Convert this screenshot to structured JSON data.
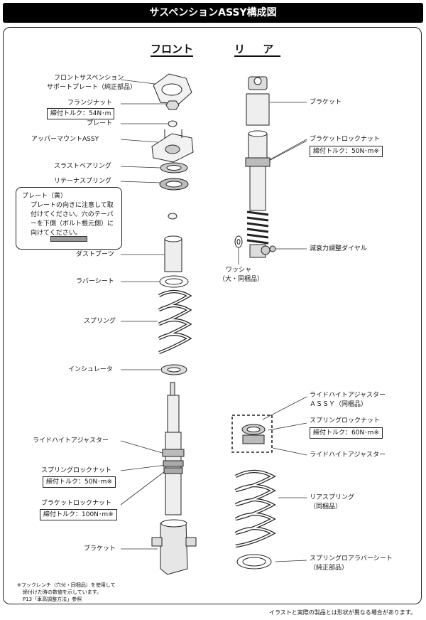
{
  "title": "サスペンションASSY構成図",
  "headers": {
    "front": "フロント",
    "rear": "リ ア"
  },
  "front": {
    "support_plate_1": "フロントサスペンション",
    "support_plate_2": "サポートプレート（純正部品）",
    "flange_nut": "フランジナット",
    "flange_nut_torque": "締付トルク：54N･m",
    "plate": "プレート",
    "upper_mount": "アッパーマウントASSY",
    "thrust_bearing": "スラストベアリング",
    "retainer_spring": "リテーナスプリング",
    "dust_boot": "ダストブーツ",
    "rubber_seat": "ラバーシート",
    "spring": "スプリング",
    "insulator": "インシュレータ",
    "ride_height_adjuster": "ライドハイトアジャスター",
    "spring_lock_nut": "スプリングロックナット",
    "spring_lock_nut_torque": "締付トルク：50N･m※",
    "bracket_lock_nut": "ブラケットロックナット",
    "bracket_lock_nut_torque": "締付トルク：100N･m※",
    "bracket": "ブラケット"
  },
  "note": {
    "title": "プレート（黄）",
    "body": "プレートの向きに注意して取付けてください。穴のテーパーを下側（ボルト根元側）に向けてください。"
  },
  "rear": {
    "bracket": "ブラケット",
    "bracket_lock_nut": "ブラケットロックナット",
    "bracket_lock_nut_torque": "締付トルク：50N･m※",
    "damping_dial": "減衰力調整ダイヤル",
    "washer_1": "ワッシャ",
    "washer_2": "（大・同梱品）",
    "ride_height_assy_1": "ライドハイトアジャスター",
    "ride_height_assy_2": "ＡＳＳＹ（同梱品）",
    "spring_lock_nut": "スプリングロックナット",
    "spring_lock_nut_torque": "締付トルク：60N･m※",
    "ride_height_adjuster": "ライドハイトアジャスター",
    "rear_spring_1": "リアスプリング",
    "rear_spring_2": "（同梱品）",
    "lower_rubber_seat_1": "スプリングロアラバーシート",
    "lower_rubber_seat_2": "（純正部品）"
  },
  "footnote": {
    "line1": "※フックレンチ（穴付・同梱品）を使用して",
    "line2": "締付けた時の数値を示しています。",
    "line3": "P13「車高調整方法」参照"
  },
  "disclaimer": "イラストと実際の製品とは形状が異なる場合があります。"
}
